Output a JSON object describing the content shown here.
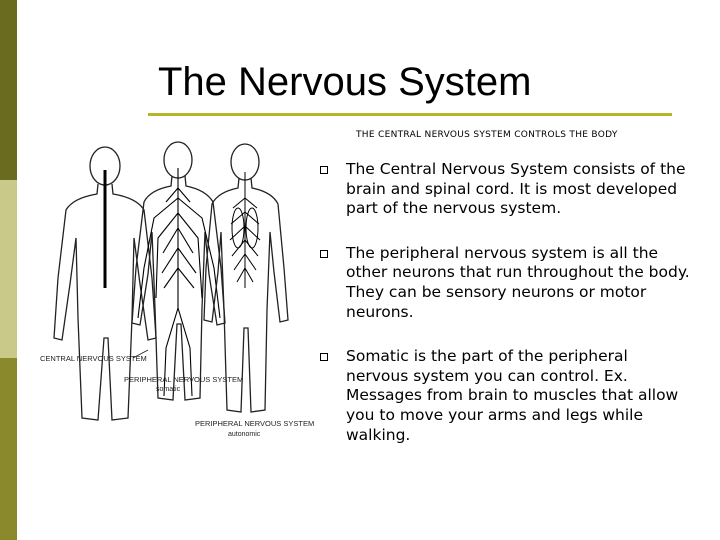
{
  "slide": {
    "title": "The Nervous System",
    "caption": "THE CENTRAL NERVOUS SYSTEM CONTROLS THE BODY",
    "bullets": [
      "The Central Nervous System consists of the brain and spinal cord. It is most developed part of the nervous system.",
      "The peripheral nervous system is all the other neurons that run throughout the body. They can be sensory neurons or motor neurons.",
      "Somatic is the part of the peripheral nervous system you can control. Ex. Messages from brain to muscles that allow you to move your arms and legs while walking."
    ],
    "figure_labels": {
      "central": "CENTRAL NERVOUS SYSTEM",
      "peripheral_somatic": "PERIPHERAL NERVOUS SYSTEM",
      "somatic": "somatic",
      "peripheral_autonomic": "PERIPHERAL NERVOUS SYSTEM",
      "autonomic": "autonomic"
    }
  },
  "colors": {
    "accent_rule": "#b5b52a",
    "side_dark": "#6b6b1f",
    "side_light": "#c9c98a",
    "side_mid": "#8a8a2c"
  }
}
